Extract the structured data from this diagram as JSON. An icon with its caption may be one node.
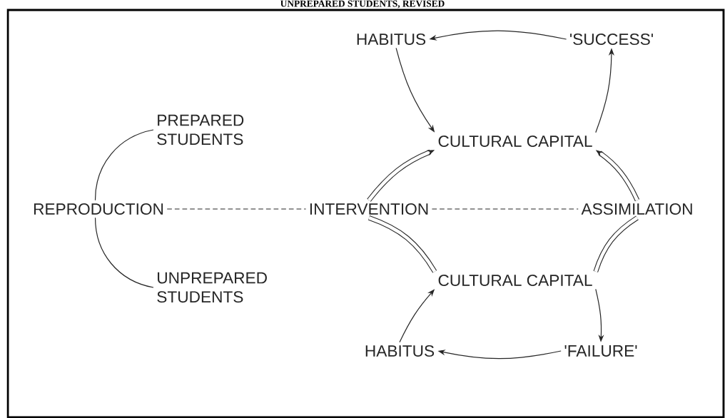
{
  "diagram": {
    "title": "UNPREPARED STUDENTS, REVISED",
    "nodes": [
      {
        "text": [
          "HABITUS"
        ]
      },
      {
        "text": [
          "'SUCCESS'"
        ]
      },
      {
        "text": [
          "CULTURAL CAPITAL"
        ]
      },
      {
        "text": [
          "PREPARED STUDENTS"
        ]
      },
      {
        "text": [
          "REPRODUCTION"
        ]
      },
      {
        "text": [
          "INTERVENTION"
        ]
      },
      {
        "text": [
          "ASSIMILATION"
        ]
      },
      {
        "text": [
          "UNPREPARED STUDENTS"
        ]
      },
      {
        "text": [
          "CULTURAL CAPITAL"
        ]
      },
      {
        "text": [
          "HABITUS"
        ]
      },
      {
        "text": [
          "'FAILURE'"
        ]
      }
    ],
    "edges": [
      {
        "from": 1,
        "to": 0,
        "arrow": "to"
      },
      {
        "from": 0,
        "to": 2,
        "arrow": "to"
      },
      {
        "from": 2,
        "to": 1,
        "arrow": "to"
      },
      {
        "from": 4,
        "to": 3,
        "arrow": "none"
      },
      {
        "from": 4,
        "to": 7,
        "arrow": "none"
      },
      {
        "from": 4,
        "to": 5,
        "arrow": "none",
        "style": "dashed"
      },
      {
        "from": 5,
        "to": 6,
        "arrow": "none",
        "style": "dashed"
      },
      {
        "from": 8,
        "to": 5,
        "arrow": "none",
        "style": "thick"
      },
      {
        "from": 5,
        "to": 2,
        "arrow": "to",
        "style": "thick"
      },
      {
        "from": 8,
        "to": 6,
        "arrow": "none",
        "style": "thick"
      },
      {
        "from": 6,
        "to": 2,
        "arrow": "to",
        "style": "thick"
      },
      {
        "from": 9,
        "to": 8,
        "arrow": "to"
      },
      {
        "from": 8,
        "to": 10,
        "arrow": "to"
      },
      {
        "from": 10,
        "to": 9,
        "arrow": "to"
      }
    ]
  }
}
